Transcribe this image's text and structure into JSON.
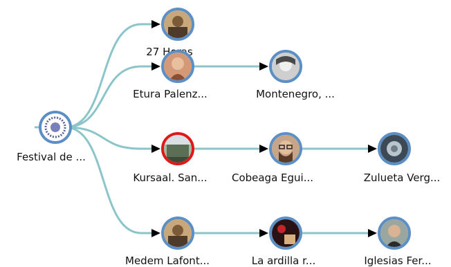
{
  "graph": {
    "edge_color": "#8cc5c9",
    "arrow_color": "#000000",
    "node_border_color": "#5b8fc6",
    "selected_border_color": "#e01818",
    "nodes": [
      {
        "id": "festival",
        "label": "Festival de ...",
        "icon": "festival-logo",
        "selected": false
      },
      {
        "id": "27horas",
        "label": "27 Horas",
        "icon": "film-poster",
        "selected": false
      },
      {
        "id": "etura",
        "label": "Etura Palenz...",
        "icon": "woman-portrait",
        "selected": false
      },
      {
        "id": "montenegro",
        "label": "Montenegro, ...",
        "icon": "vintage-portrait",
        "selected": false
      },
      {
        "id": "kursaal",
        "label": "Kursaal. San...",
        "icon": "building-photo",
        "selected": true
      },
      {
        "id": "cobeaga",
        "label": "Cobeaga Egui...",
        "icon": "man-glasses-portrait",
        "selected": false
      },
      {
        "id": "zulueta",
        "label": "Zulueta Verg...",
        "icon": "abstract-portrait",
        "selected": false
      },
      {
        "id": "medem",
        "label": "Medem Lafont...",
        "icon": "film-poster",
        "selected": false
      },
      {
        "id": "ardilla",
        "label": "La ardilla r...",
        "icon": "film-still",
        "selected": false
      },
      {
        "id": "iglesias",
        "label": "Iglesias Fer...",
        "icon": "man-portrait",
        "selected": false
      }
    ],
    "edges": [
      {
        "from": "festival",
        "to": "27horas"
      },
      {
        "from": "festival",
        "to": "etura"
      },
      {
        "from": "festival",
        "to": "kursaal"
      },
      {
        "from": "festival",
        "to": "medem"
      },
      {
        "from": "etura",
        "to": "montenegro"
      },
      {
        "from": "kursaal",
        "to": "cobeaga"
      },
      {
        "from": "cobeaga",
        "to": "zulueta"
      },
      {
        "from": "medem",
        "to": "ardilla"
      },
      {
        "from": "ardilla",
        "to": "iglesias"
      }
    ]
  }
}
